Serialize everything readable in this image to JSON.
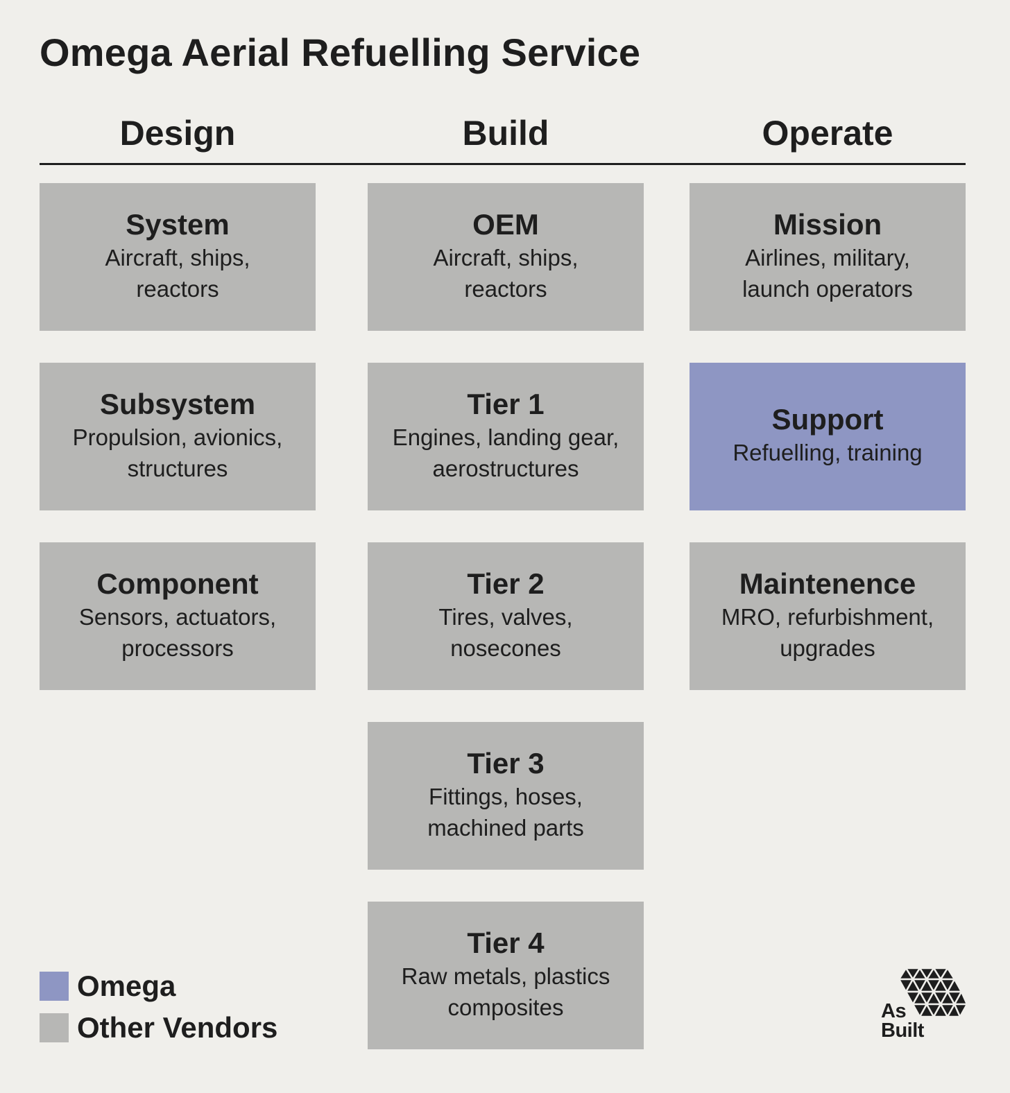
{
  "title": "Omega Aerial Refuelling Service",
  "columns": [
    {
      "heading": "Design",
      "boxes": [
        {
          "title": "System",
          "desc_lines": [
            "Aircraft, ships,",
            "reactors"
          ],
          "vendor": "other"
        },
        {
          "title": "Subsystem",
          "desc_lines": [
            "Propulsion, avionics,",
            "structures"
          ],
          "vendor": "other"
        },
        {
          "title": "Component",
          "desc_lines": [
            "Sensors, actuators,",
            "processors"
          ],
          "vendor": "other"
        }
      ]
    },
    {
      "heading": "Build",
      "boxes": [
        {
          "title": "OEM",
          "desc_lines": [
            "Aircraft, ships,",
            "reactors"
          ],
          "vendor": "other"
        },
        {
          "title": "Tier 1",
          "desc_lines": [
            "Engines, landing gear,",
            "aerostructures"
          ],
          "vendor": "other"
        },
        {
          "title": "Tier 2",
          "desc_lines": [
            "Tires, valves,",
            "nosecones"
          ],
          "vendor": "other"
        },
        {
          "title": "Tier 3",
          "desc_lines": [
            "Fittings, hoses,",
            "machined parts"
          ],
          "vendor": "other"
        },
        {
          "title": "Tier 4",
          "desc_lines": [
            "Raw metals, plastics",
            "composites"
          ],
          "vendor": "other"
        }
      ]
    },
    {
      "heading": "Operate",
      "boxes": [
        {
          "title": "Mission",
          "desc_lines": [
            "Airlines, military,",
            "launch operators"
          ],
          "vendor": "other"
        },
        {
          "title": "Support",
          "desc_lines": [
            "Refuelling, training"
          ],
          "vendor": "omega"
        },
        {
          "title": "Maintenence",
          "desc_lines": [
            "MRO, refurbishment,",
            "upgrades"
          ],
          "vendor": "other"
        }
      ]
    }
  ],
  "legend": [
    {
      "label": "Omega",
      "color": "#8e96c3"
    },
    {
      "label": "Other Vendors",
      "color": "#b7b7b5"
    }
  ],
  "colors": {
    "background": "#f0efeb",
    "text": "#1e1e1e",
    "omega": "#8e96c3",
    "other": "#b7b7b5"
  },
  "logo": {
    "icon": "hexagon-cluster-logo-icon",
    "line1": "As",
    "line2": "Built"
  }
}
